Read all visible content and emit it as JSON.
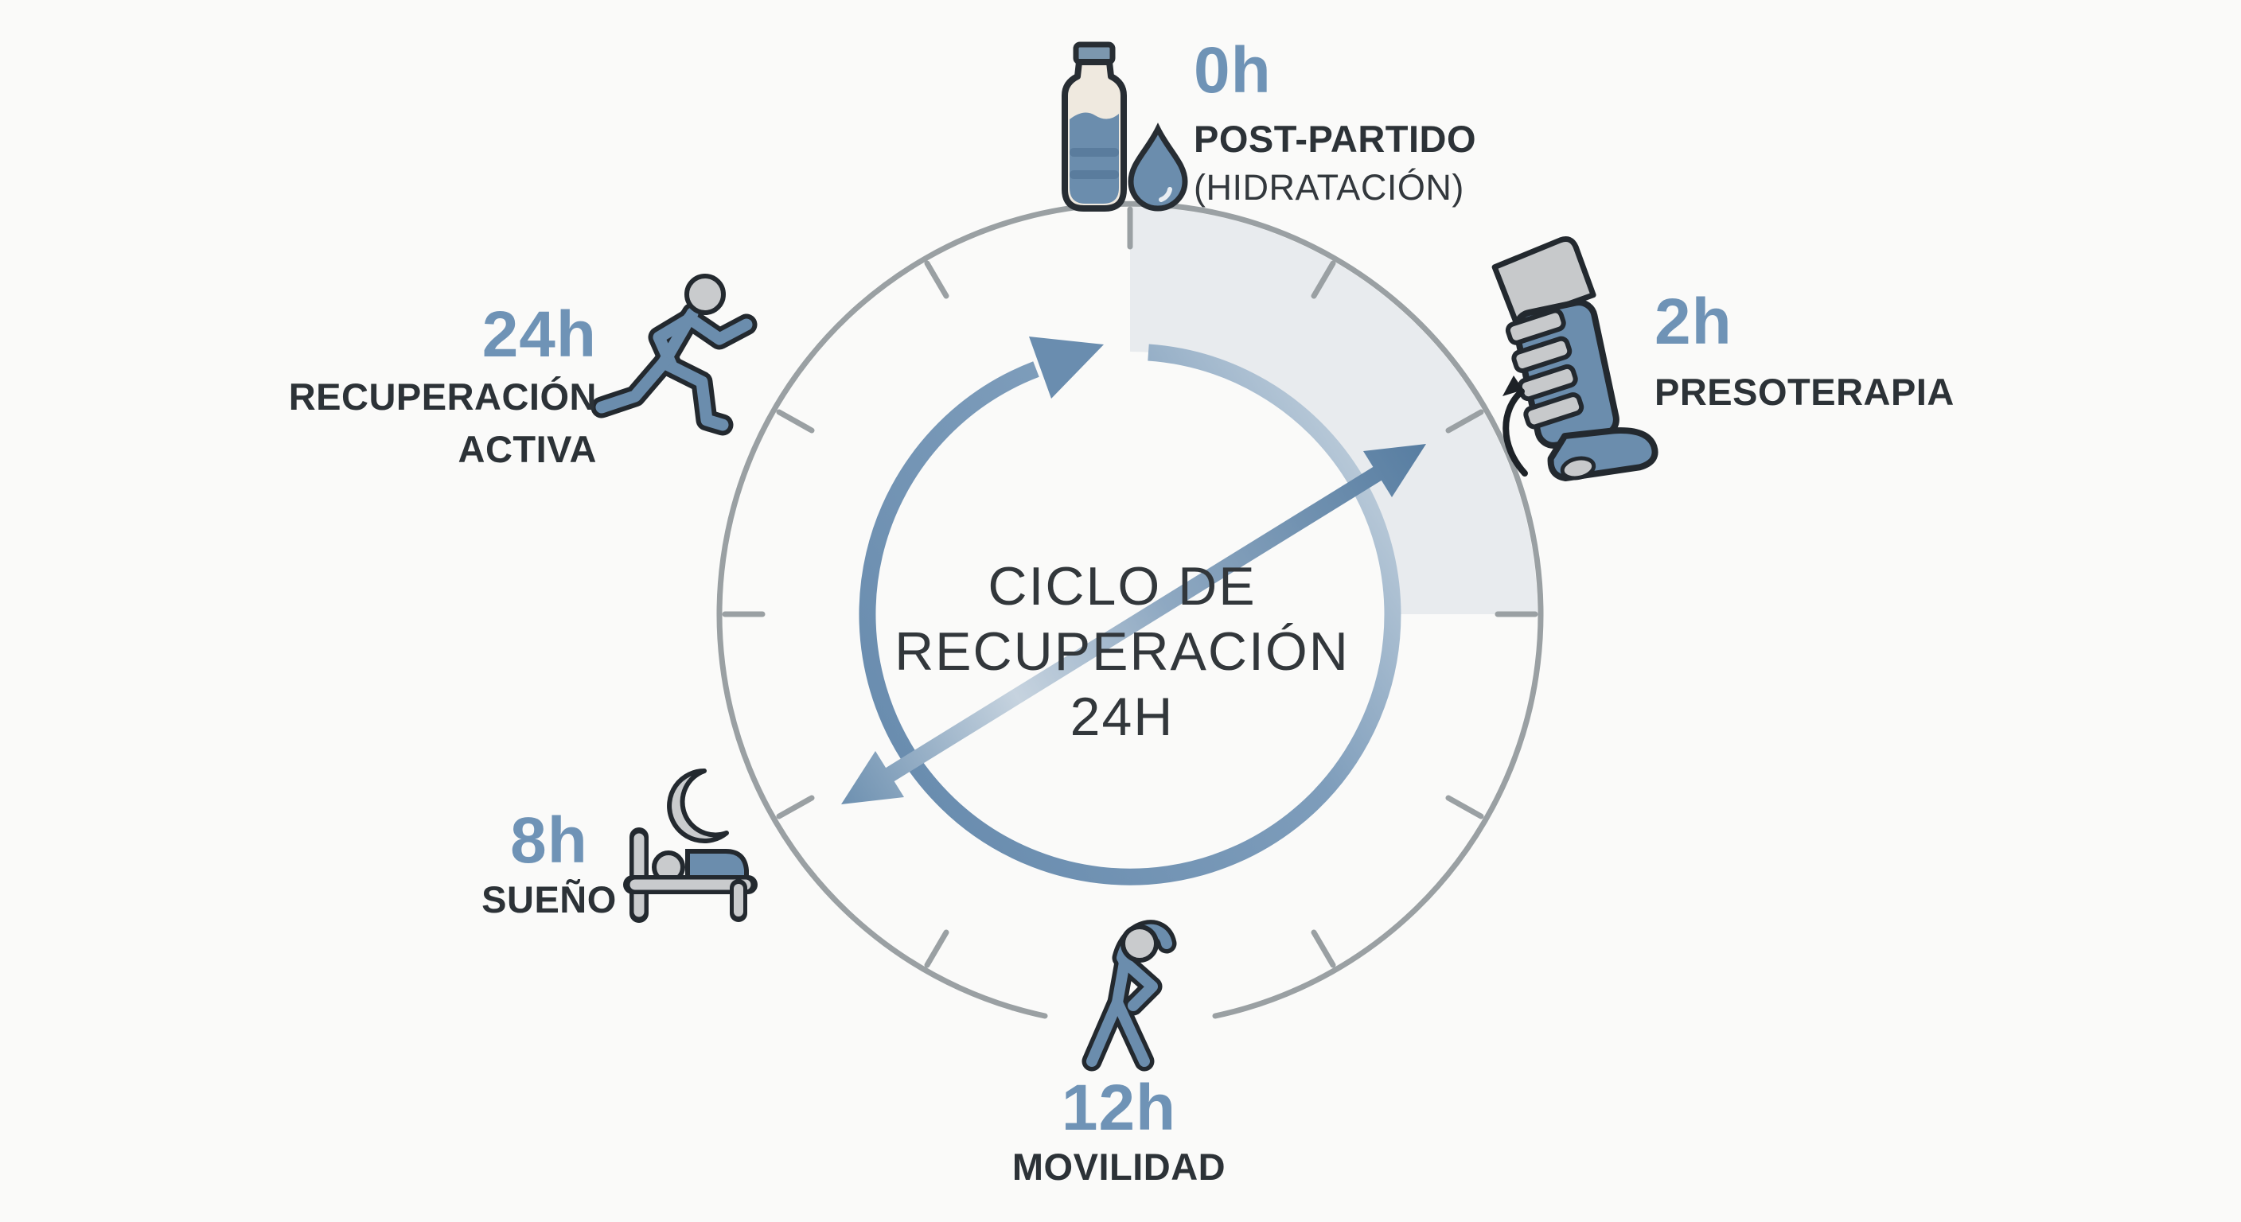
{
  "title": "CICLO DE RECUPERACIÓN 24H",
  "center": {
    "line1": "CICLO DE",
    "line2": "RECUPERACIÓN",
    "line3": "24H"
  },
  "stations": [
    {
      "time": "0h",
      "label": "POST-PARTIDO",
      "sublabel": "(HIDRATACIÓN)",
      "icon": "water-bottle",
      "position": "top"
    },
    {
      "time": "2h",
      "label": "PRESOTERAPIA",
      "icon": "pressotherapy-boot",
      "position": "upper-right"
    },
    {
      "time": "12h",
      "label": "MOVILIDAD",
      "icon": "stretching-person",
      "position": "bottom"
    },
    {
      "time": "8h",
      "label": "SUEÑO",
      "icon": "bed-and-moon",
      "position": "lower-left"
    },
    {
      "time": "24h",
      "label": "RECUPERACIÓN",
      "label2": "ACTIVA",
      "icon": "running-person",
      "position": "upper-left"
    }
  ],
  "clock": {
    "shaded_sector": "0h to 3 o'clock quadrant",
    "tick_count": 11,
    "rotation_direction": "clockwise"
  },
  "colors": {
    "accent_blue": "#6f93b6",
    "icon_blue": "#6b8dad",
    "outline_dark": "#272d33",
    "text_dark": "#2c3237",
    "ring_gray": "#9aa0a3",
    "sector_fill": "#e8ebee",
    "icon_gray": "#c9cbcd",
    "background": "#fafaf9"
  }
}
